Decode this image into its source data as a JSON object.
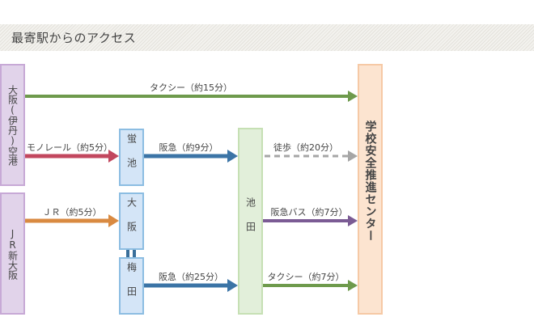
{
  "header": {
    "title": "最寄駅からのアクセス"
  },
  "origins": {
    "itami_airport": "大阪(伊丹)空港",
    "jr_shin_osaka": "JR新大阪"
  },
  "stations": {
    "hotarugaike": "蛍池",
    "osaka": "大阪",
    "umeda": "梅田",
    "ikeda": "池田"
  },
  "destination": {
    "name": "学校安全推進センター"
  },
  "routes": {
    "airport_taxi": "タクシー（約15分）",
    "monorail": "モノレール（約5分）",
    "jr": "ＪＲ（約5分）",
    "hankyu_hotarugaike": "阪急（約9分）",
    "hankyu_umeda": "阪急（約25分）",
    "walk": "徒歩（約20分）",
    "hankyu_bus": "阪急バス（約7分）",
    "ikeda_taxi": "タクシー（約7分）"
  },
  "colors": {
    "taxi": "#6e9a4c",
    "monorail": "#c2475e",
    "jr": "#d98a41",
    "hankyu": "#3b74a6",
    "walk": "#a6a6a6",
    "bus": "#7b5b94"
  }
}
